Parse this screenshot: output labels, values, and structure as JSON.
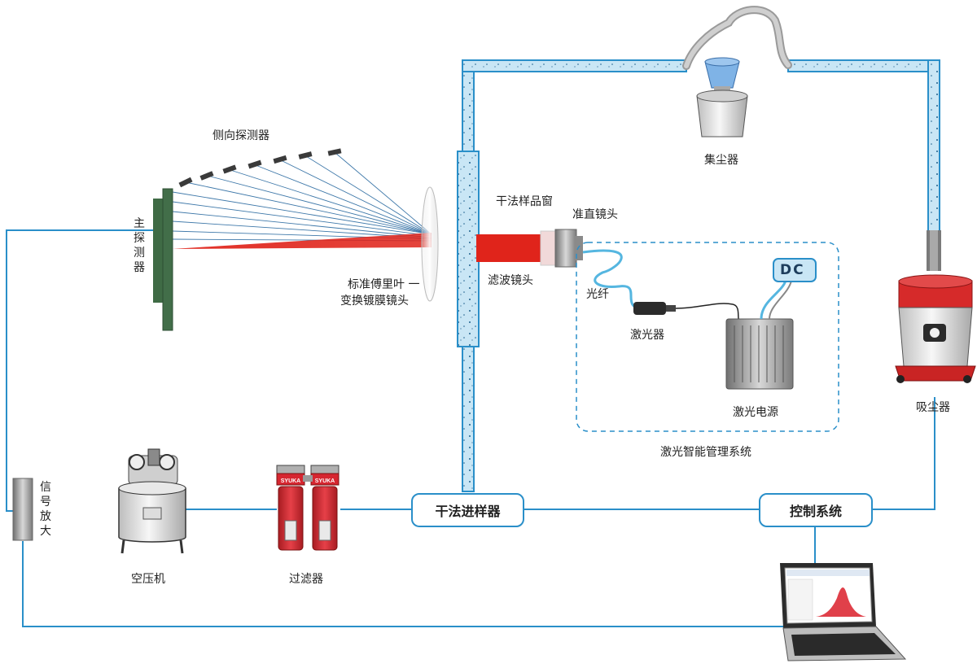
{
  "labels": {
    "side_detectors": "侧向探测器",
    "main_detector": "主探测器",
    "fourier_lens_line1": "标准傅里叶 一",
    "fourier_lens_line2": "变换镀膜镜头",
    "sample_window": "干法样品窗",
    "collimator": "准直镜头",
    "filter_lens": "滤波镜头",
    "fiber": "光纤",
    "laser": "激光器",
    "dc": "DC",
    "laser_power": "激光电源",
    "laser_system": "激光智能管理系统",
    "dust_collector": "集尘器",
    "vacuum": "吸尘器",
    "signal_amp": "信号放大",
    "compressor": "空压机",
    "filter": "过滤器",
    "dry_feeder": "干法进样器",
    "control_system": "控制系统",
    "filter_brand": "SYUKA"
  },
  "colors": {
    "pipe": "#2a8fc9",
    "pipe_fill": "#c9e6f5",
    "beam": "#e0241b",
    "detector": "#3f6b45",
    "vacuum_red": "#d62a2a",
    "filter_red": "#d62630"
  }
}
